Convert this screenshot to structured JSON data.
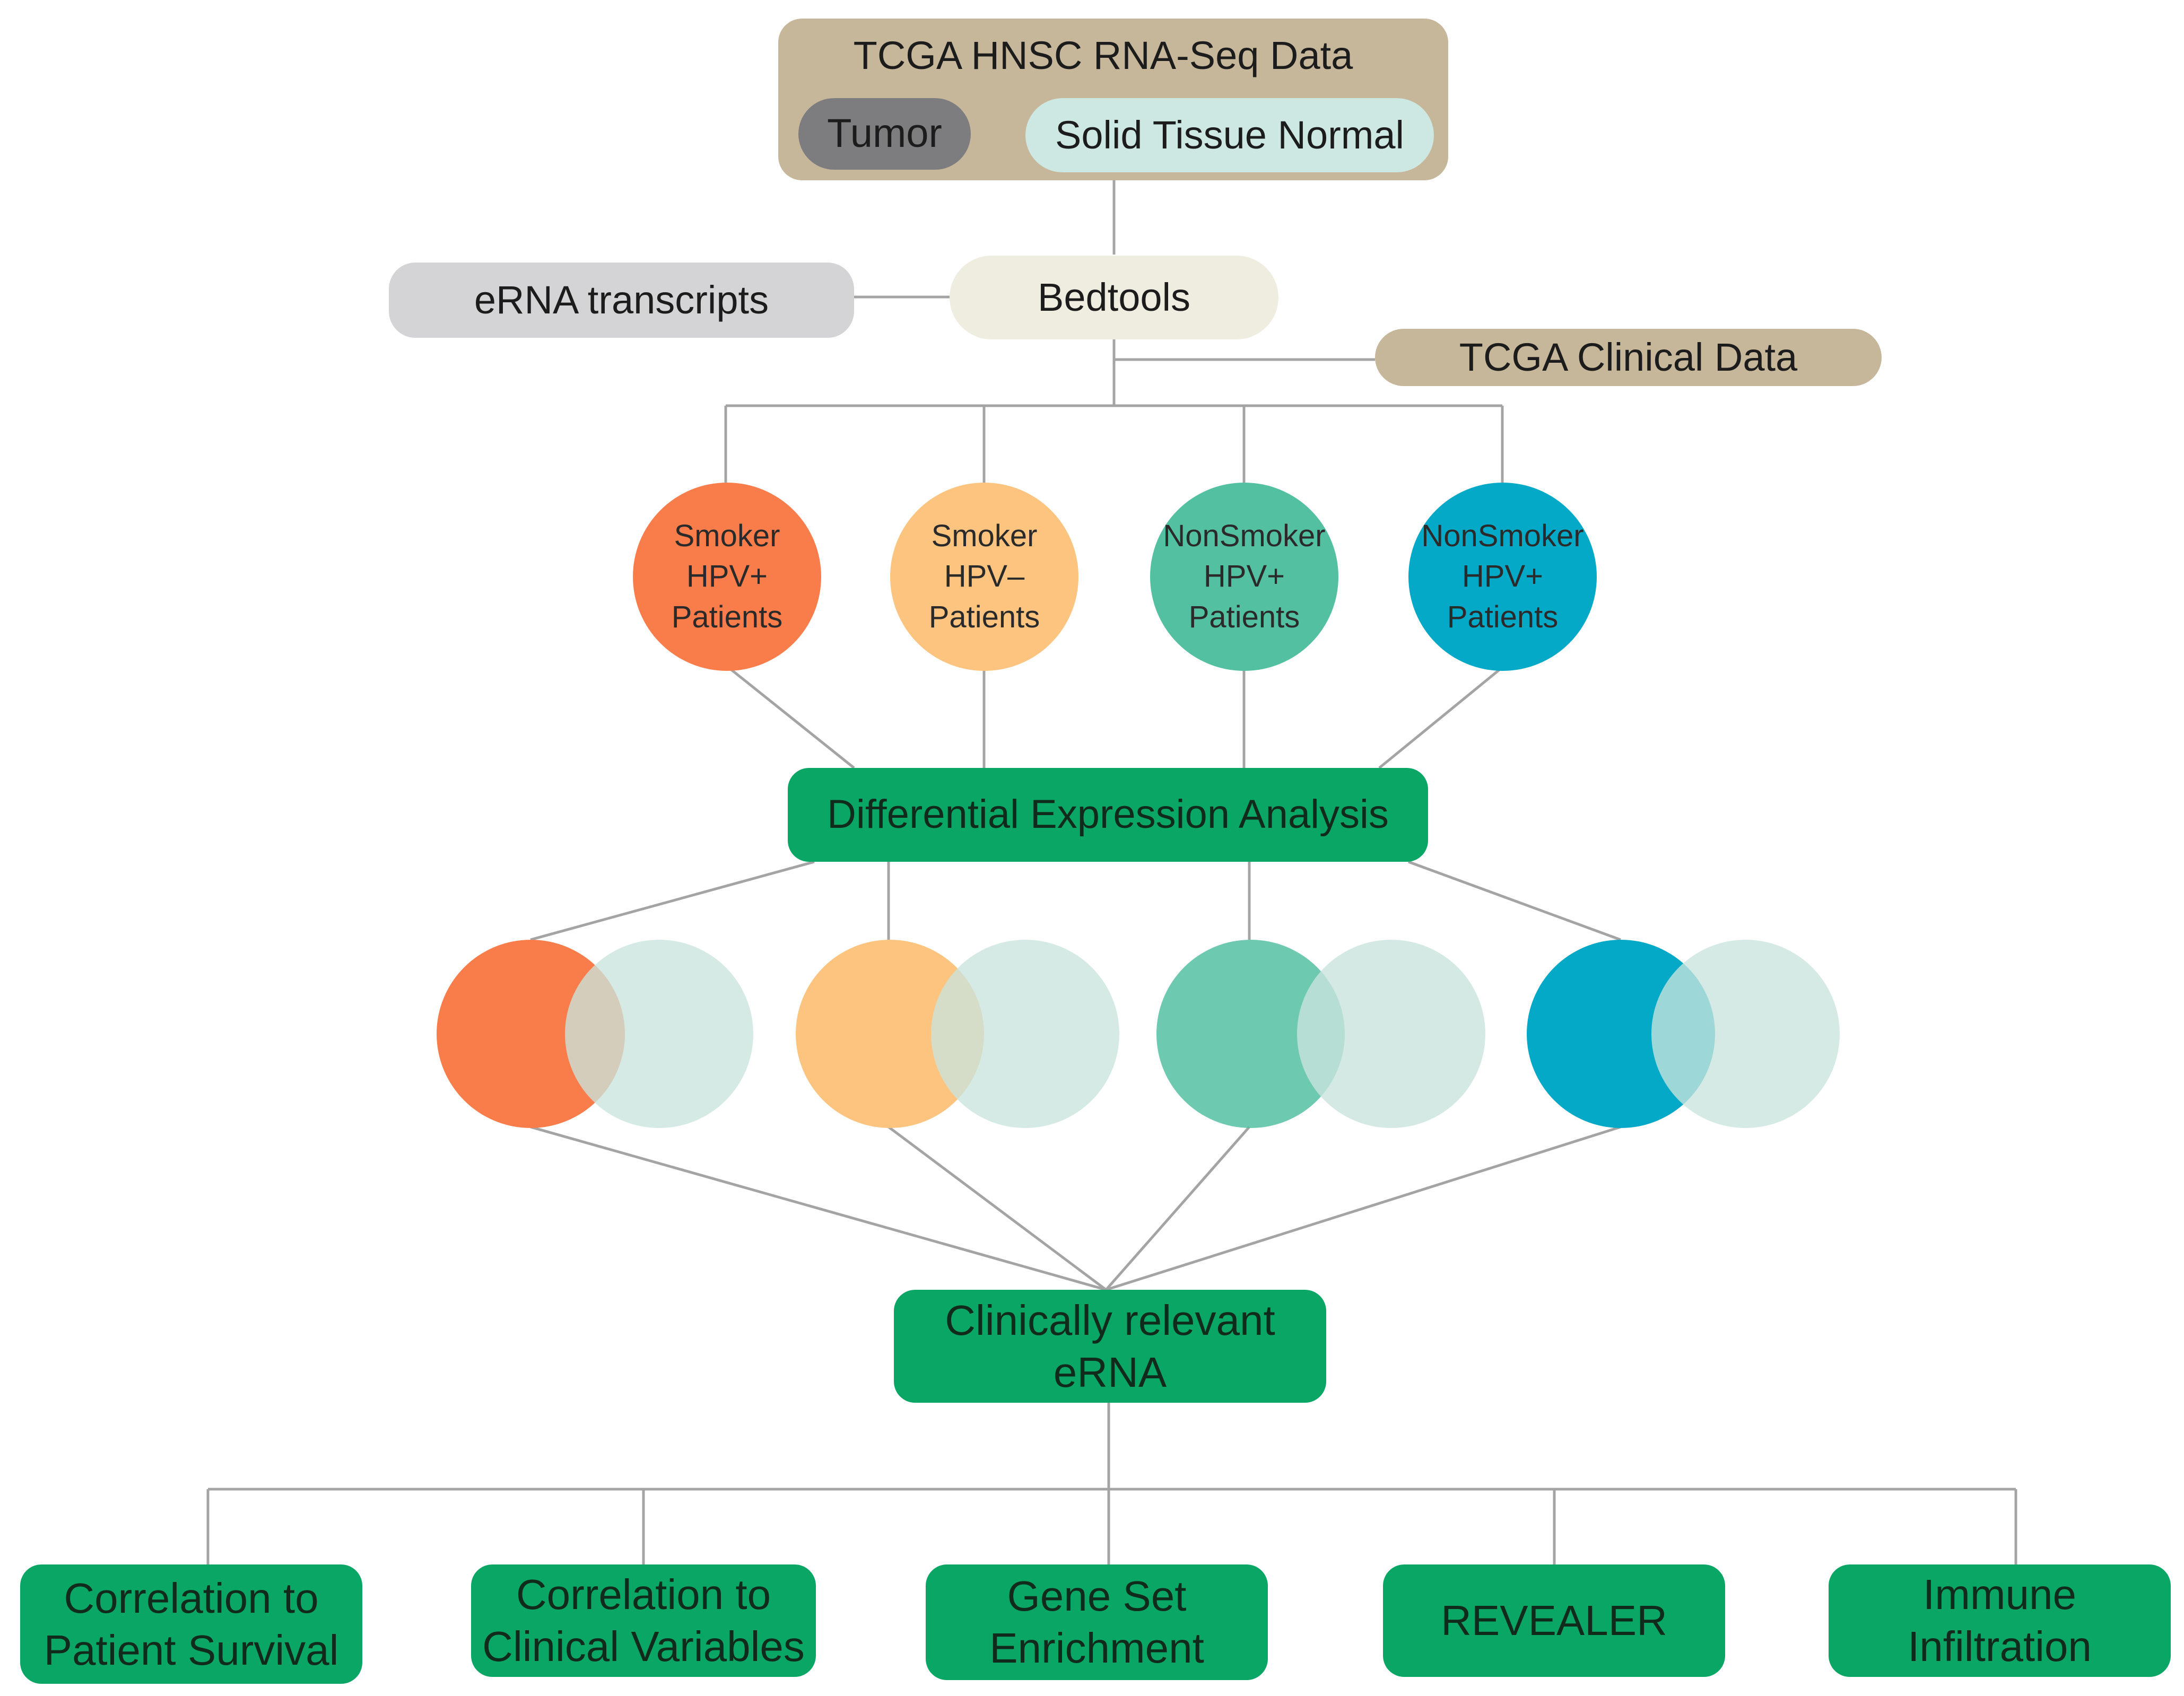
{
  "source": {
    "title": "TCGA HNSC RNA-Seq Data",
    "tumor_label": "Tumor",
    "normal_label": "Solid Tissue Normal"
  },
  "erna": {
    "label": "eRNA transcripts"
  },
  "bedtools": {
    "label": "Bedtools"
  },
  "clinical": {
    "label": "TCGA Clinical Data"
  },
  "groups": [
    {
      "line1": "Smoker",
      "line2": "HPV+",
      "line3": "Patients",
      "color": "#f97d4a"
    },
    {
      "line1": "Smoker",
      "line2": "HPV–",
      "line3": "Patients",
      "color": "#fcc47f"
    },
    {
      "line1": "NonSmoker",
      "line2": "HPV+",
      "line3": "Patients",
      "color": "#53c0a1"
    },
    {
      "line1": "NonSmoker",
      "line2": "HPV+",
      "line3": "Patients",
      "color": "#05a9c8"
    }
  ],
  "dea": {
    "label": "Differential Expression Analysis"
  },
  "relevant": {
    "line1": "Clinically relevant",
    "line2": "eRNA"
  },
  "outputs": [
    {
      "line1": "Correlation to",
      "line2": "Patient Survival"
    },
    {
      "line1": "Correlation to",
      "line2": "Clinical Variables"
    },
    {
      "line1": "Gene Set",
      "line2": "Enrichment"
    },
    {
      "line1": "REVEALER",
      "line2": ""
    },
    {
      "line1": "Immune",
      "line2": "Infiltration"
    }
  ],
  "colors": {
    "tan": "#c7b79a",
    "tumor_gray": "#7d7d80",
    "normal_mint": "#cde7e2",
    "erna_gray": "#d4d4d6",
    "bedtools_cream": "#eeede0",
    "green": "#0aa665",
    "venn_normal": "#c9e4dd",
    "line": "#a4a4a4"
  }
}
